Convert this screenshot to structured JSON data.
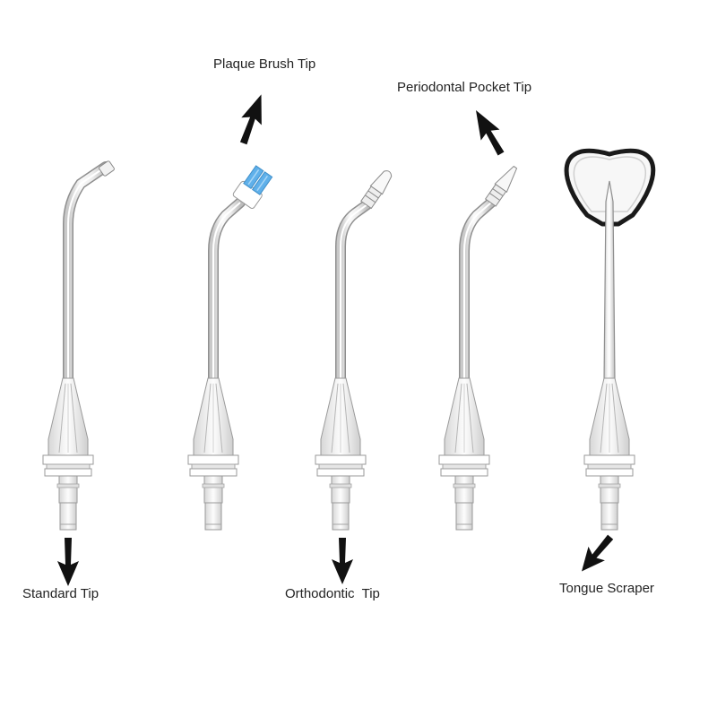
{
  "labels": {
    "plaque_brush_tip": "Plaque Brush Tip",
    "periodontal_pocket_tip": "Periodontal Pocket Tip",
    "standard_tip": "Standard Tip",
    "orthodontic_tip": "Orthodontic  Tip",
    "tongue_scraper": "Tongue Scraper"
  },
  "colors": {
    "background": "#ffffff",
    "tube_stroke": "#9a9a9a",
    "tube_fill": "#f4f4f4",
    "collar_fill": "#ffffff",
    "brush_blue": "#5fb0ea",
    "arrow": "#111111",
    "label_text": "#222222"
  }
}
